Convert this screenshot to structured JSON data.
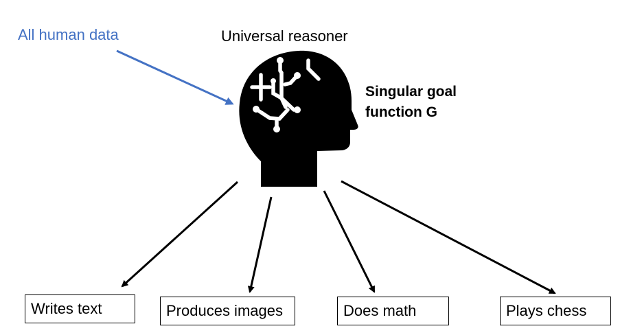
{
  "diagram": {
    "input_label": "All human data",
    "title": "Universal reasoner",
    "goal_line1": "Singular goal",
    "goal_line2": "function G",
    "outputs": [
      "Writes text",
      "Produces images",
      "Does math",
      "Plays chess"
    ]
  },
  "colors": {
    "input_accent": "#4472C4",
    "head": "#000000",
    "circuit": "#ffffff",
    "box_border": "#000000",
    "text": "#000000"
  },
  "icons": {
    "head": "brain-circuit-head-icon"
  }
}
